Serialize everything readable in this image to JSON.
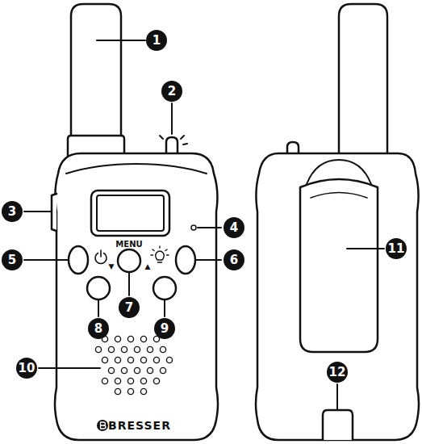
{
  "diagram": {
    "labels": [
      "1",
      "2",
      "3",
      "4",
      "5",
      "6",
      "MENU",
      "▼",
      "▲",
      "7",
      "8",
      "9",
      "10",
      "BRESSER",
      "11",
      "12"
    ]
  }
}
